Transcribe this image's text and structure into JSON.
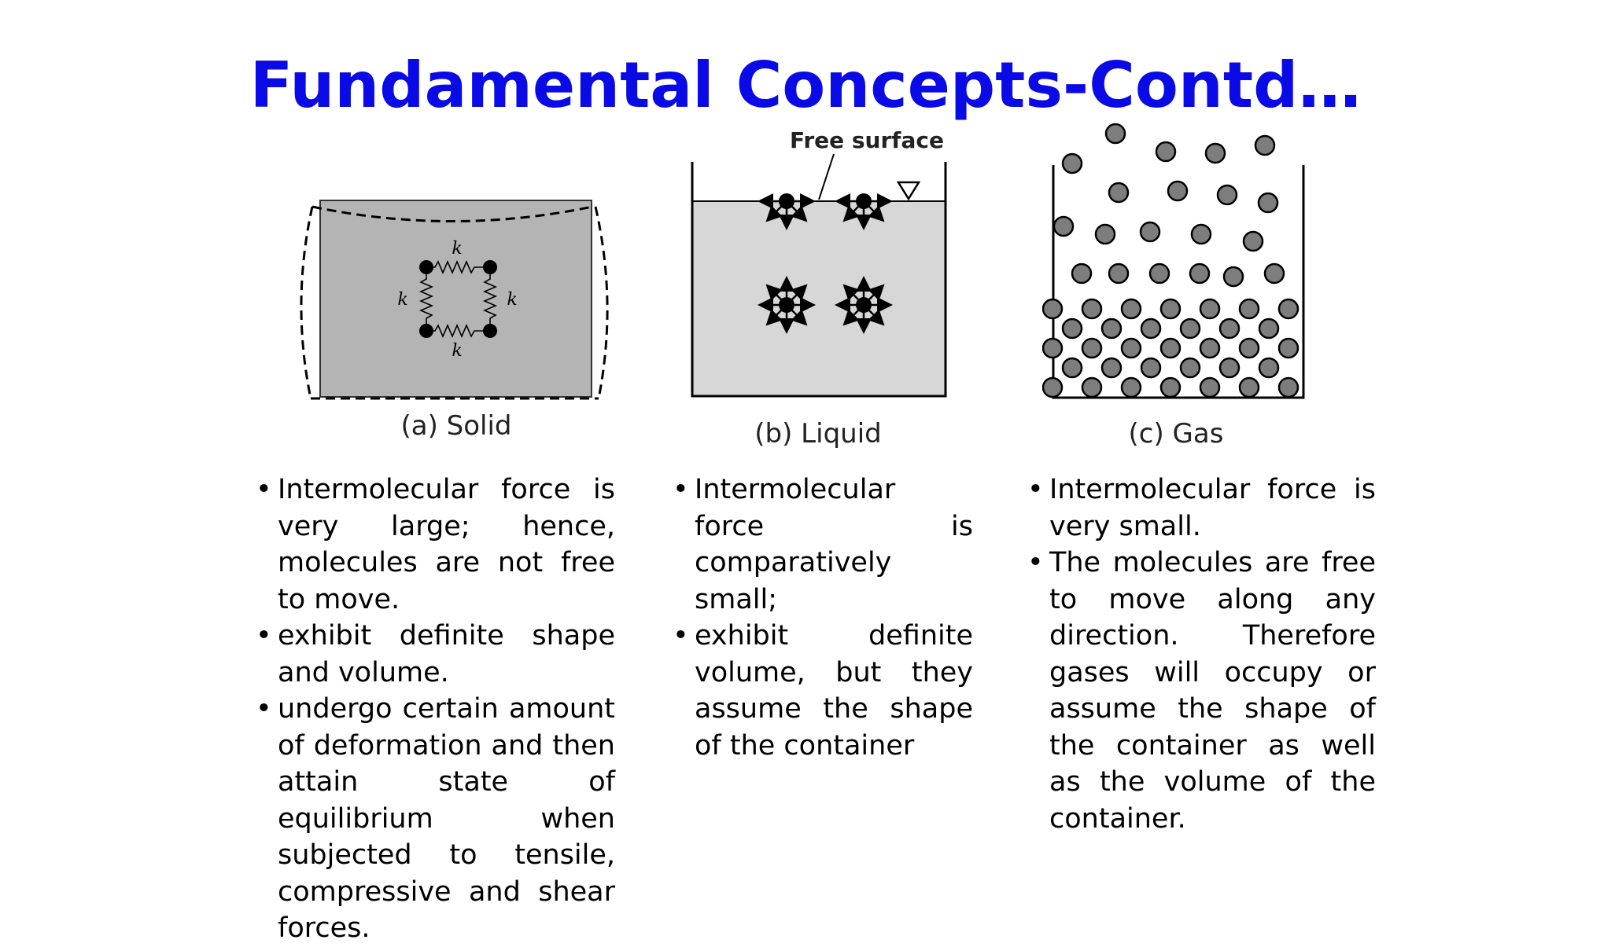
{
  "slide": {
    "title": "Fundamental Concepts-Contd…"
  },
  "figures": {
    "solid": {
      "caption": "(a) Solid",
      "spring_label": "k"
    },
    "liquid": {
      "caption": "(b) Liquid",
      "free_surface_label": "Free surface"
    },
    "gas": {
      "caption": "(c) Gas"
    }
  },
  "columns": [
    {
      "bullets": [
        "Intermolecular force is very large; hence, molecules are not free to move.",
        "exhibit definite shape and volume.",
        "undergo certain amount of deformation and then attain state of equilibrium when subjected to tensile, compressive and shear forces."
      ]
    },
    {
      "bullets": [
        "Intermolecular force is comparatively small;",
        "exhibit definite volume, but they assume the shape of the container"
      ]
    },
    {
      "bullets": [
        "Intermolecular force is very small.",
        "The molecules are free to move along any direction. Therefore gases will occupy or assume the shape of the container as well as the volume of the container."
      ]
    }
  ]
}
